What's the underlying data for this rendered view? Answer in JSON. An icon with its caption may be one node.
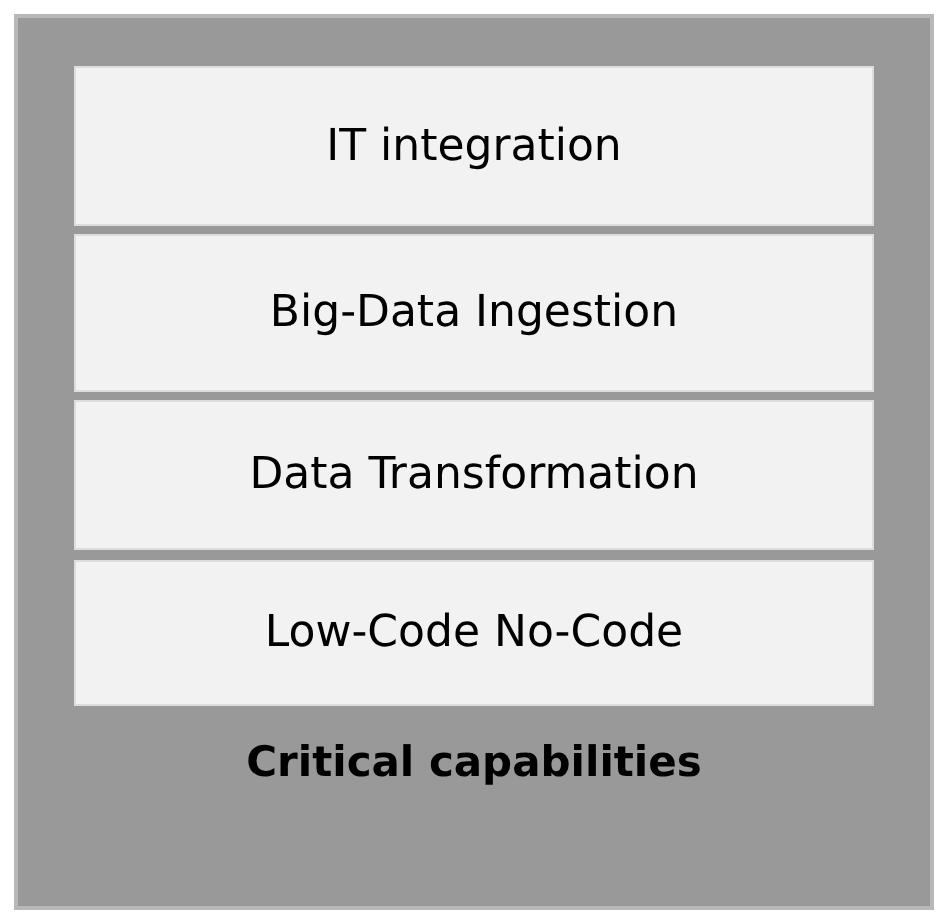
{
  "diagram": {
    "nodes": [
      {
        "text": [
          "Critical capabilities"
        ]
      },
      {
        "text": [
          "IT integration"
        ],
        "in": 0
      },
      {
        "text": [
          "Big-Data Ingestion"
        ],
        "in": 0
      },
      {
        "text": [
          "Data Transformation"
        ],
        "in": 0
      },
      {
        "text": [
          "Low-Code No-Code"
        ],
        "in": 0
      }
    ]
  }
}
